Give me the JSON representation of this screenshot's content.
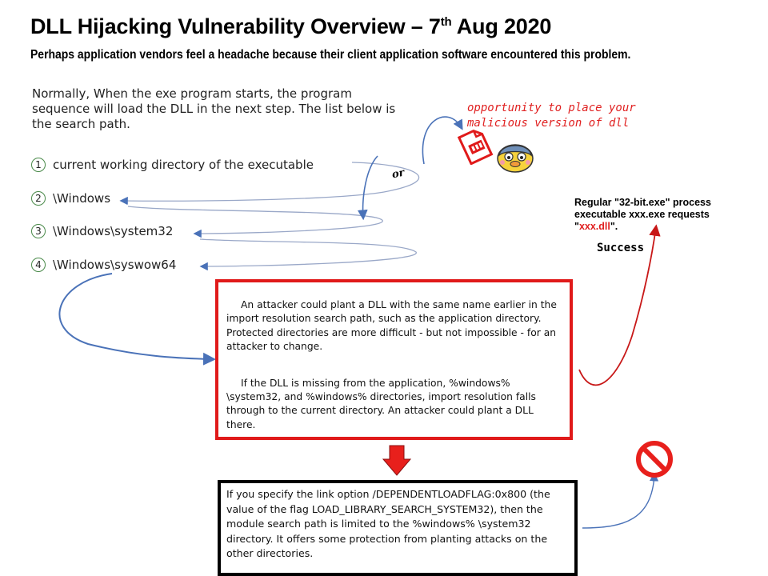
{
  "header": {
    "title": "DLL Hijacking Vulnerability Overview – 7",
    "title_sup": "th",
    "title_suffix": " Aug 2020",
    "subtitle": "Perhaps application vendors feel a headache because their client application software encountered this problem."
  },
  "intro": "Normally, When the exe program starts, the program sequence will load the DLL in the next step. The list below is the search path.",
  "search_path": [
    {
      "num": "1",
      "text": "current working directory of the executable"
    },
    {
      "num": "2",
      "text": "\\Windows"
    },
    {
      "num": "3",
      "text": "\\Windows\\system32"
    },
    {
      "num": "4",
      "text": "\\Windows\\syswow64"
    }
  ],
  "annotations": {
    "opportunity": "opportunity to place your malicious version of dll",
    "or": "or",
    "regular_prefix": "Regular \"32-bit.exe\" process executable xxx.exe requests \"",
    "regular_dll": "xxx.dll",
    "regular_suffix": "\".",
    "success": "Success"
  },
  "red_box": {
    "para1": "An attacker could plant a DLL with the same name earlier in the import resolution search path, such as the application directory. Protected directories are more difficult - but not impossible - for an attacker to change.",
    "para2": "If the DLL is missing from the application, %windows% \\system32, and %windows% directories, import resolution falls through to the current directory. An attacker could plant a DLL there."
  },
  "black_box": "If you specify the link option /DEPENDENTLOADFLAG:0x800 (the value of the flag LOAD_LIBRARY_SEARCH_SYSTEM32), then the module search path is limited to the %windows% \\system32 directory. It offers some protection from planting attacks on the other directories.",
  "colors": {
    "red": "#e01a1a",
    "blue_arrow": "#4a72b8",
    "dark_red_arrow": "#c81818",
    "down_arrow": "#e8201c"
  },
  "icons": [
    "malicious-dll-icon",
    "mascot-icon",
    "no-entry-icon",
    "down-arrow-icon"
  ]
}
